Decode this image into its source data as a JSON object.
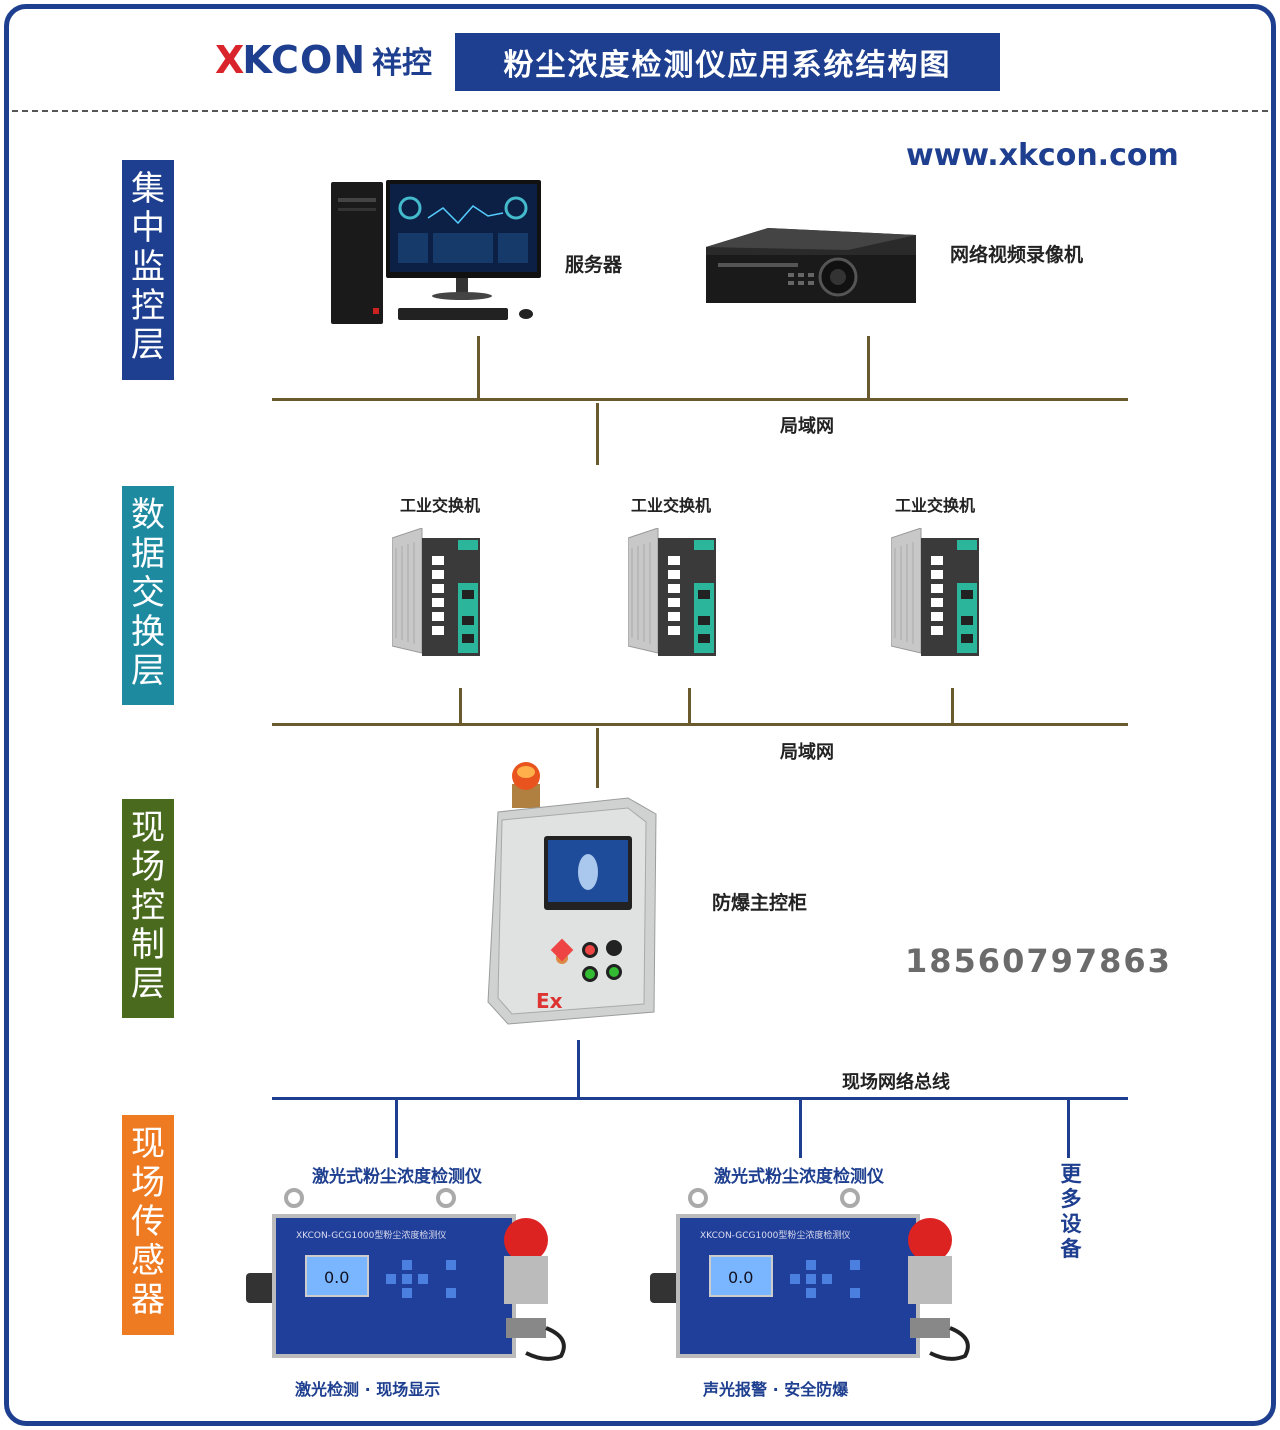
{
  "header": {
    "logo_x": "X",
    "logo_brand": "KCON",
    "logo_cn": "祥控",
    "title": "粉尘浓度检测仪应用系统结构图"
  },
  "website": "www.xkcon.com",
  "phone": "18560797863",
  "layers": [
    {
      "label": "集中监控层",
      "color": "#1e3f8f"
    },
    {
      "label": "数据交换层",
      "color": "#1e8aa0"
    },
    {
      "label": "现场控制层",
      "color": "#4a6a1e"
    },
    {
      "label": "现场传感器",
      "color": "#ee7a22"
    }
  ],
  "devices": {
    "server": "服务器",
    "nvr": "网络视频录像机",
    "lan1": "局域网",
    "switches": [
      "工业交换机",
      "工业交换机",
      "工业交换机"
    ],
    "lan2": "局域网",
    "cabinet": "防爆主控柜",
    "cabinet_ex": "Ex",
    "fieldbus": "现场网络总线",
    "sensors": [
      "激光式粉尘浓度检测仪",
      "激光式粉尘浓度检测仪"
    ],
    "sensor_display": "0.0",
    "sensor_model": "XKCON-GCG1000型粉尘浓度检测仪",
    "sensor_captions": [
      "激光检测 · 现场显示",
      "声光报警 · 安全防爆"
    ],
    "more": "更多设备"
  }
}
